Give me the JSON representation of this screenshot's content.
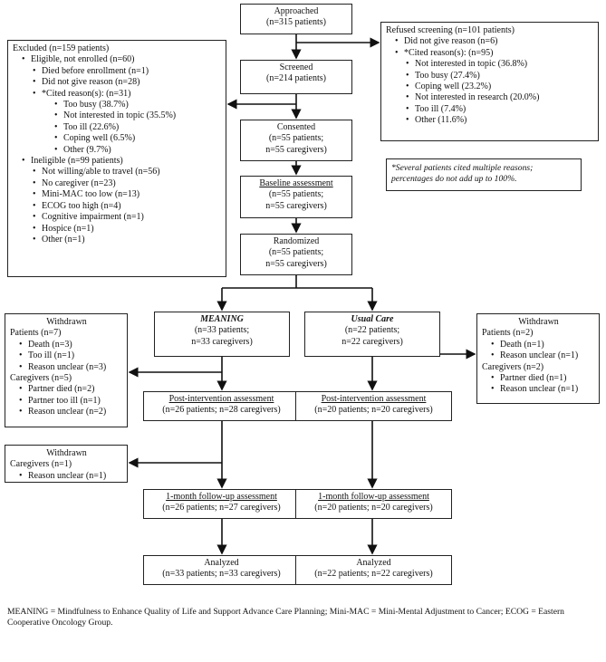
{
  "approached": {
    "title": "Approached",
    "count": "(n=315 patients)"
  },
  "screened": {
    "title": "Screened",
    "count": "(n=214 patients)"
  },
  "consented": {
    "title": "Consented",
    "line1": "(n=55 patients;",
    "line2": "n=55 caregivers)"
  },
  "baseline": {
    "title": "Baseline assessment",
    "line1": "(n=55 patients;",
    "line2": "n=55 caregivers)"
  },
  "randomized": {
    "title": "Randomized",
    "line1": "(n=55 patients;",
    "line2": "n=55 caregivers)"
  },
  "refused": {
    "title": "Refused screening (n=101 patients)",
    "items": [
      {
        "level": 1,
        "text": "Did not give reason (n=6)"
      },
      {
        "level": 1,
        "text": "*Cited reason(s): (n=95)"
      },
      {
        "level": 2,
        "text": "Not interested in topic (36.8%)"
      },
      {
        "level": 2,
        "text": "Too busy (27.4%)"
      },
      {
        "level": 2,
        "text": "Coping well (23.2%)"
      },
      {
        "level": 2,
        "text": "Not interested in research (20.0%)"
      },
      {
        "level": 2,
        "text": "Too ill (7.4%)"
      },
      {
        "level": 2,
        "text": "Other (11.6%)"
      }
    ]
  },
  "note": "*Several patients cited multiple reasons; percentages do not add up to 100%.",
  "excluded": {
    "title": "Excluded (n=159 patients)",
    "items": [
      {
        "level": 1,
        "text": "Eligible, not enrolled (n=60)"
      },
      {
        "level": 2,
        "text": "Died before enrollment (n=1)"
      },
      {
        "level": 2,
        "text": "Did not give reason (n=28)"
      },
      {
        "level": 2,
        "text": "*Cited reason(s): (n=31)"
      },
      {
        "level": 3,
        "text": "Too busy (38.7%)"
      },
      {
        "level": 3,
        "text": "Not interested in topic (35.5%)"
      },
      {
        "level": 3,
        "text": "Too ill (22.6%)"
      },
      {
        "level": 3,
        "text": "Coping well (6.5%)"
      },
      {
        "level": 3,
        "text": "Other (9.7%)"
      },
      {
        "level": 1,
        "text": "Ineligible (n=99 patients)"
      },
      {
        "level": 2,
        "text": "Not willing/able to travel (n=56)"
      },
      {
        "level": 2,
        "text": "No caregiver (n=23)"
      },
      {
        "level": 2,
        "text": "Mini-MAC too low (n=13)"
      },
      {
        "level": 2,
        "text": "ECOG too high (n=4)"
      },
      {
        "level": 2,
        "text": "Cognitive impairment (n=1)"
      },
      {
        "level": 2,
        "text": "Hospice (n=1)"
      },
      {
        "level": 2,
        "text": "Other (n=1)"
      }
    ]
  },
  "meaning": {
    "title": "MEANING",
    "line1": "(n=33 patients;",
    "line2": "n=33 caregivers)"
  },
  "usual": {
    "title": "Usual Care",
    "line1": "(n=22 patients;",
    "line2": "n=22 caregivers)"
  },
  "withdrawn_left": {
    "title": "Withdrawn",
    "items": [
      {
        "level": 0,
        "text": "Patients (n=7)"
      },
      {
        "level": 1,
        "text": "Death (n=3)"
      },
      {
        "level": 1,
        "text": "Too ill (n=1)"
      },
      {
        "level": 1,
        "text": "Reason unclear (n=3)"
      },
      {
        "level": 0,
        "text": "Caregivers (n=5)"
      },
      {
        "level": 1,
        "text": "Partner died (n=2)"
      },
      {
        "level": 1,
        "text": "Partner too ill (n=1)"
      },
      {
        "level": 1,
        "text": "Reason unclear (n=2)"
      }
    ]
  },
  "withdrawn_right": {
    "title": "Withdrawn",
    "items": [
      {
        "level": 0,
        "text": "Patients (n=2)"
      },
      {
        "level": 1,
        "text": "Death (n=1)"
      },
      {
        "level": 1,
        "text": "Reason unclear (n=1)"
      },
      {
        "level": 0,
        "text": "Caregivers (n=2)"
      },
      {
        "level": 1,
        "text": "Partner died (n=1)"
      },
      {
        "level": 1,
        "text": "Reason unclear (n=1)"
      }
    ]
  },
  "withdrawn_left2": {
    "title": "Withdrawn",
    "items": [
      {
        "level": 0,
        "text": "Caregivers (n=1)"
      },
      {
        "level": 1,
        "text": "Reason unclear (n=1)"
      }
    ]
  },
  "post_left": {
    "title": "Post-intervention assessment",
    "line1": "(n=26 patients; n=28 caregivers)"
  },
  "post_right": {
    "title": "Post-intervention assessment",
    "line1": "(n=20 patients; n=20 caregivers)"
  },
  "follow_left": {
    "title": "1-month follow-up assessment",
    "line1": "(n=26 patients; n=27 caregivers)"
  },
  "follow_right": {
    "title": "1-month follow-up assessment",
    "line1": "(n=20 patients; n=20 caregivers)"
  },
  "analyzed_left": {
    "title": "Analyzed",
    "line1": "(n=33 patients; n=33 caregivers)"
  },
  "analyzed_right": {
    "title": "Analyzed",
    "line1": "(n=22 patients; n=22 caregivers)"
  },
  "footnote": "MEANING = Mindfulness to Enhance Quality of Life and Support Advance Care Planning; Mini-MAC = Mini-Mental Adjustment to Cancer; ECOG = Eastern Cooperative Oncology Group."
}
